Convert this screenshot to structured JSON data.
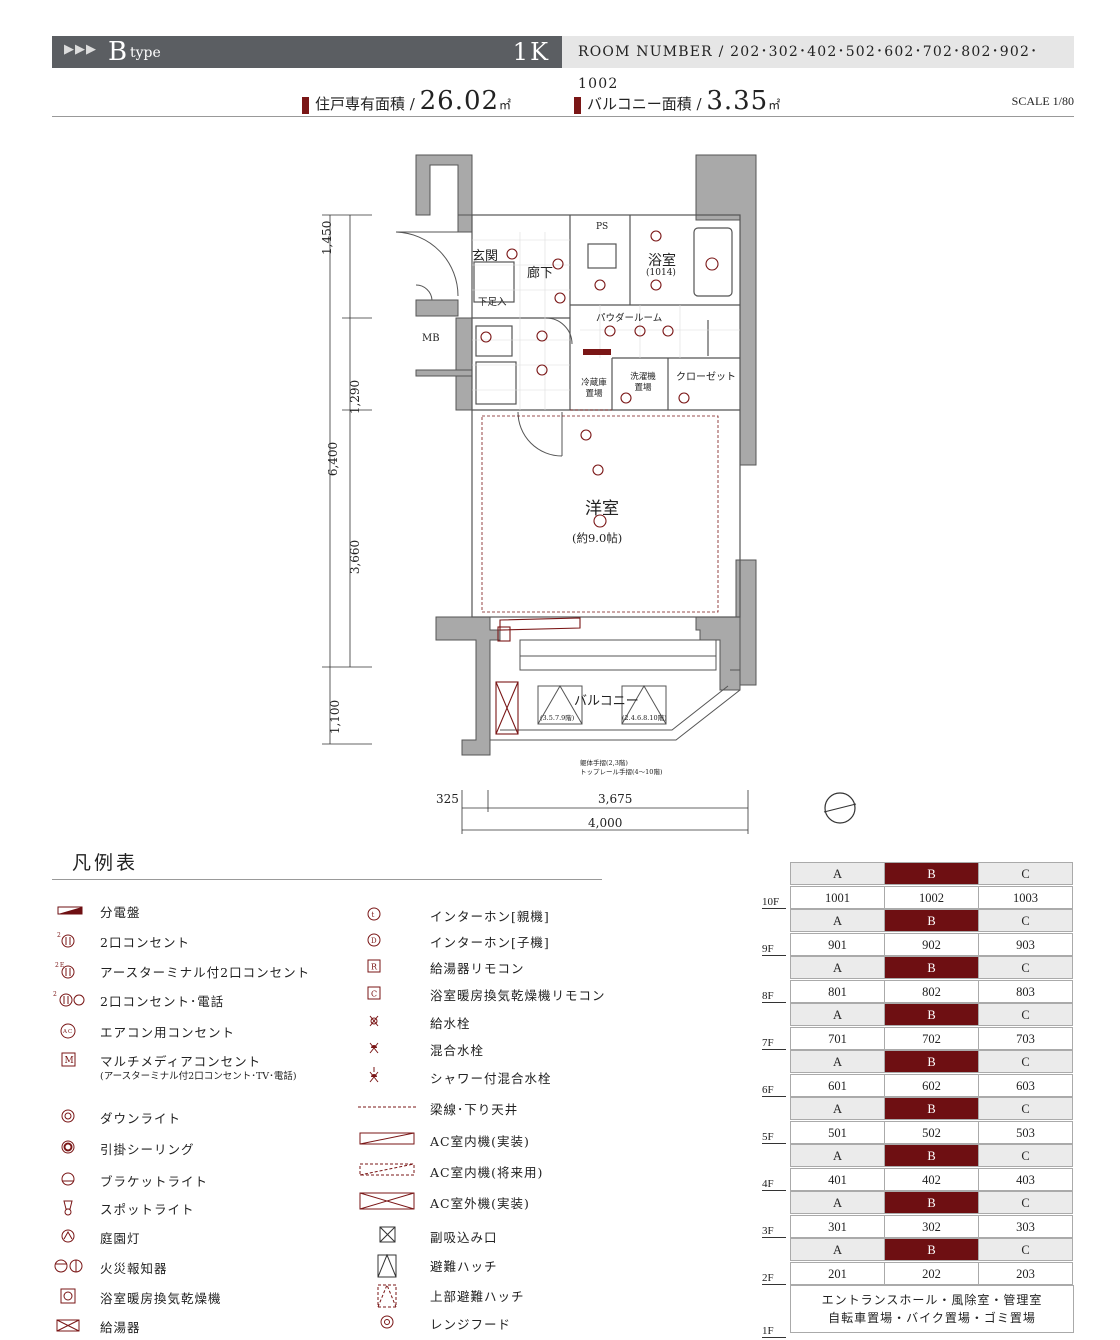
{
  "header": {
    "arrows": "▶▶▶",
    "type_letter": "B",
    "type_word": "type",
    "room_type": "1K",
    "room_number": "ROOM NUMBER / 202･302･402･502･602･702･802･902･1002"
  },
  "areas": {
    "exclusive_label": "住戸専有面積 /",
    "exclusive_value": "26.02",
    "balcony_label": "バルコニー面積 /",
    "balcony_value": "3.35",
    "unit": "㎡",
    "scale": "SCALE 1/80"
  },
  "plan": {
    "rooms": {
      "entrance": "玄関",
      "hall": "廊下",
      "bath": "浴室",
      "bath_size": "(1014)",
      "powder": "パウダールーム",
      "ps": "PS",
      "mb": "MB",
      "shoe": "下足入",
      "fridge": "冷蔵庫\n置場",
      "washer": "洗濯機\n置場",
      "closet": "クローゼット",
      "western": "洋室",
      "western_size": "(約9.0帖)",
      "balcony": "バルコニー",
      "hatch_a": "(3.5.7.9階)",
      "hatch_b": "(2.4.6.8.10階)",
      "rail_note_1": "躯体手摺(2,3階)",
      "rail_note_2": "トップレール手摺(4～10階)"
    },
    "dims": {
      "d1": "1,450",
      "d2": "1,290",
      "d3": "3,660",
      "d4": "1,100",
      "total_v": "6,400",
      "w1": "325",
      "w2": "3,675",
      "total_w": "4,000"
    }
  },
  "legend": {
    "title": "凡例表",
    "left": [
      {
        "icon": "panel-icon",
        "label": "分電盤"
      },
      {
        "icon": "outlet-2-icon",
        "label": "2口コンセント"
      },
      {
        "icon": "outlet-earth-icon",
        "label": "アースターミナル付2口コンセント"
      },
      {
        "icon": "outlet-tel-icon",
        "label": "2口コンセント･電話"
      },
      {
        "icon": "ac-outlet-icon",
        "label": "エアコン用コンセント"
      },
      {
        "icon": "multimedia-icon",
        "label": "マルチメディアコンセント",
        "sub": "(アースターミナル付2口コンセント･TV･電話)"
      },
      {
        "icon": "downlight-icon",
        "label": "ダウンライト"
      },
      {
        "icon": "ceiling-icon",
        "label": "引掛シーリング"
      },
      {
        "icon": "bracket-icon",
        "label": "ブラケットライト"
      },
      {
        "icon": "spot-icon",
        "label": "スポットライト"
      },
      {
        "icon": "garden-icon",
        "label": "庭園灯"
      },
      {
        "icon": "fire-alarm-icon",
        "label": "火災報知器"
      },
      {
        "icon": "bath-dryer-icon",
        "label": "浴室暖房換気乾燥機"
      },
      {
        "icon": "water-heater-icon",
        "label": "給湯器"
      }
    ],
    "right": [
      {
        "icon": "intercom-main-icon",
        "label": "インターホン[親機]"
      },
      {
        "icon": "intercom-sub-icon",
        "label": "インターホン[子機]"
      },
      {
        "icon": "heater-remote-icon",
        "label": "給湯器リモコン"
      },
      {
        "icon": "dryer-remote-icon",
        "label": "浴室暖房換気乾燥機リモコン"
      },
      {
        "icon": "water-tap-icon",
        "label": "給水栓"
      },
      {
        "icon": "mix-tap-icon",
        "label": "混合水栓"
      },
      {
        "icon": "shower-tap-icon",
        "label": "シャワー付混合水栓"
      },
      {
        "icon": "beam-line-icon",
        "label": "梁線･下り天井"
      },
      {
        "icon": "ac-indoor-icon",
        "label": "AC室内機(実装)"
      },
      {
        "icon": "ac-indoor-future-icon",
        "label": "AC室内機(将来用)"
      },
      {
        "icon": "ac-outdoor-icon",
        "label": "AC室外機(実装)"
      },
      {
        "icon": "intake-icon",
        "label": "副吸込み口"
      },
      {
        "icon": "hatch-icon",
        "label": "避難ハッチ"
      },
      {
        "icon": "upper-hatch-icon",
        "label": "上部避難ハッチ"
      },
      {
        "icon": "range-hood-icon",
        "label": "レンジフード"
      }
    ]
  },
  "floors": {
    "columns": [
      "A",
      "B",
      "C"
    ],
    "rows": [
      {
        "floor": "10F",
        "units": [
          "1001",
          "1002",
          "1003"
        ]
      },
      {
        "floor": "9F",
        "units": [
          "901",
          "902",
          "903"
        ]
      },
      {
        "floor": "8F",
        "units": [
          "801",
          "802",
          "803"
        ]
      },
      {
        "floor": "7F",
        "units": [
          "701",
          "702",
          "703"
        ]
      },
      {
        "floor": "6F",
        "units": [
          "601",
          "602",
          "603"
        ]
      },
      {
        "floor": "5F",
        "units": [
          "501",
          "502",
          "503"
        ]
      },
      {
        "floor": "4F",
        "units": [
          "401",
          "402",
          "403"
        ]
      },
      {
        "floor": "3F",
        "units": [
          "301",
          "302",
          "303"
        ]
      },
      {
        "floor": "2F",
        "units": [
          "201",
          "202",
          "203"
        ]
      }
    ],
    "ground_floor": "1F",
    "ground_line1": "エントランスホール・風除室・管理室",
    "ground_line2": "自転車置場・バイク置場・ゴミ置場",
    "highlight_color": "#6e0f12"
  }
}
